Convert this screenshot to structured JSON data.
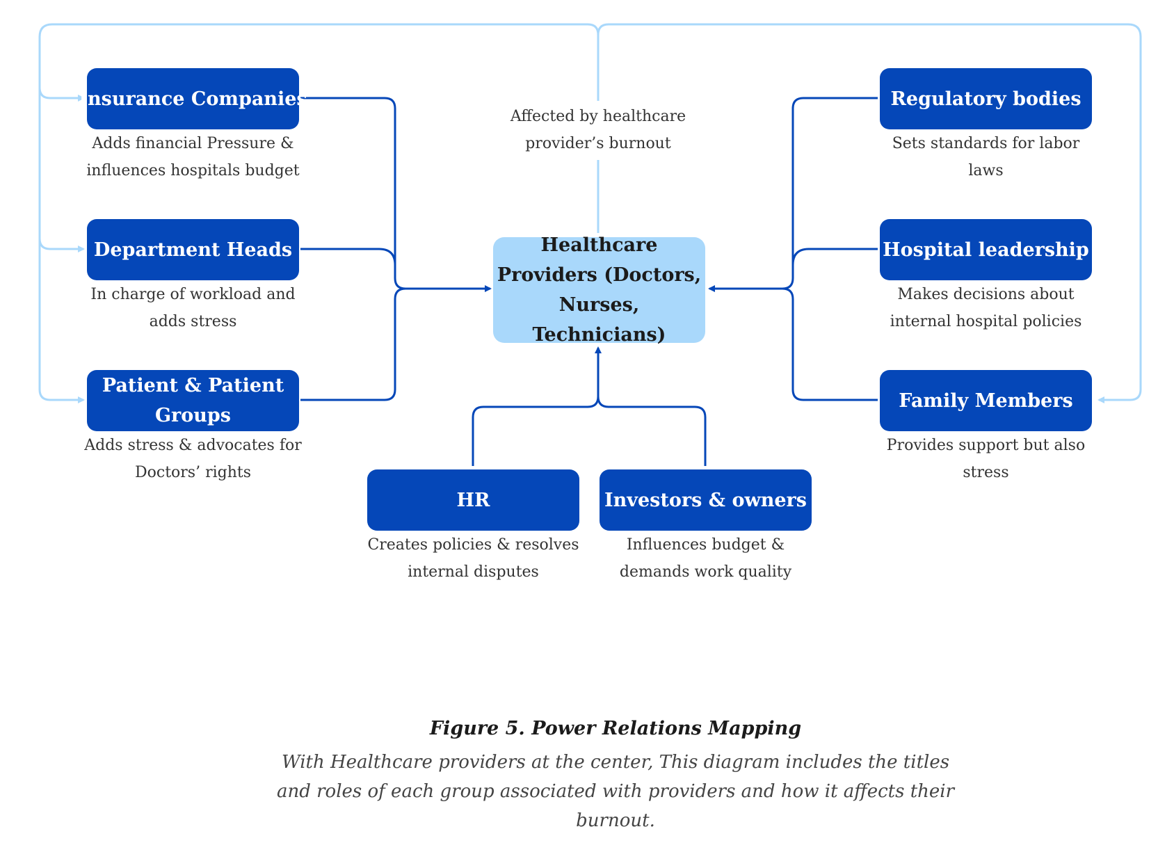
{
  "center": {
    "label": "Healthcare Providers (Doctors, Nurses, Technicians)"
  },
  "top_note": {
    "text": "Affected by healthcare provider’s burnout"
  },
  "left_groups": [
    {
      "label": "Insurance Companies",
      "description": "Adds financial Pressure & influences hospitals budget"
    },
    {
      "label": "Department Heads",
      "description": "In charge of workload and adds stress"
    },
    {
      "label": "Patient & Patient Groups",
      "description": "Adds stress & advocates for Doctors’ rights"
    }
  ],
  "right_groups": [
    {
      "label": "Regulatory bodies",
      "description": "Sets standards for labor laws"
    },
    {
      "label": "Hospital leadership",
      "description": "Makes decisions about internal hospital policies"
    },
    {
      "label": "Family Members",
      "description": "Provides support but also stress"
    }
  ],
  "bottom_groups": [
    {
      "label": "HR",
      "description": "Creates policies & resolves internal disputes"
    },
    {
      "label": "Investors & owners",
      "description": "Influences budget & demands work quality"
    }
  ],
  "caption": {
    "title": "Figure 5. Power Relations Mapping",
    "text": "With Healthcare providers at the center, This diagram includes the titles and roles of each group associated with providers and how it affects their burnout."
  },
  "colors": {
    "node": "#0547b8",
    "center": "#a9d8fb",
    "connector": "#0547b8",
    "feedback": "#a9d8fb"
  }
}
